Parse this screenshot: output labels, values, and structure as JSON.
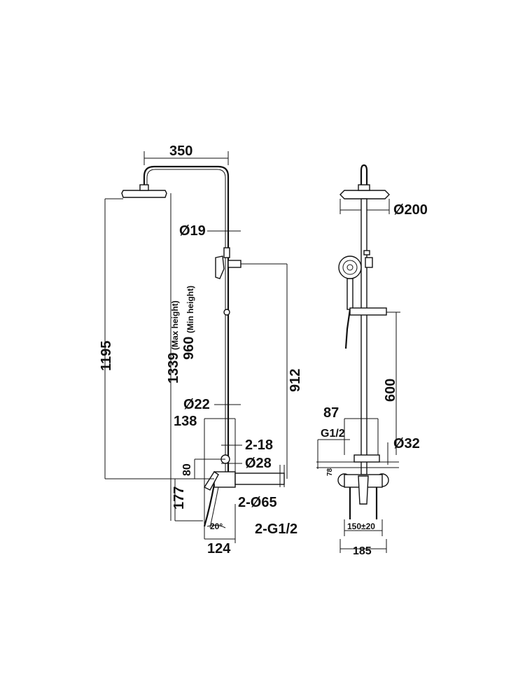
{
  "side_view": {
    "width": "350",
    "pipe_dia": "Ø19",
    "overall_height": "1195",
    "max_height": "1339",
    "max_height_note": "(Max height)",
    "min_height": "960",
    "min_height_note": "(Min height)",
    "slide_rail": "912",
    "bar_dia": "Ø22",
    "depth": "138",
    "offset": "2-18",
    "inlet_dia": "Ø28",
    "valve_height": "80",
    "escutcheon": "2-Ø65",
    "spout_drop": "177",
    "angle": "20°",
    "thread": "2-G1/2",
    "spout_reach": "124"
  },
  "front_view": {
    "head_dia": "Ø200",
    "rail_height": "600",
    "holder_offset": "87",
    "thread": "G1/2",
    "bar_dia": "Ø32",
    "small_height": "78",
    "centers": "150±20",
    "width": "185"
  }
}
